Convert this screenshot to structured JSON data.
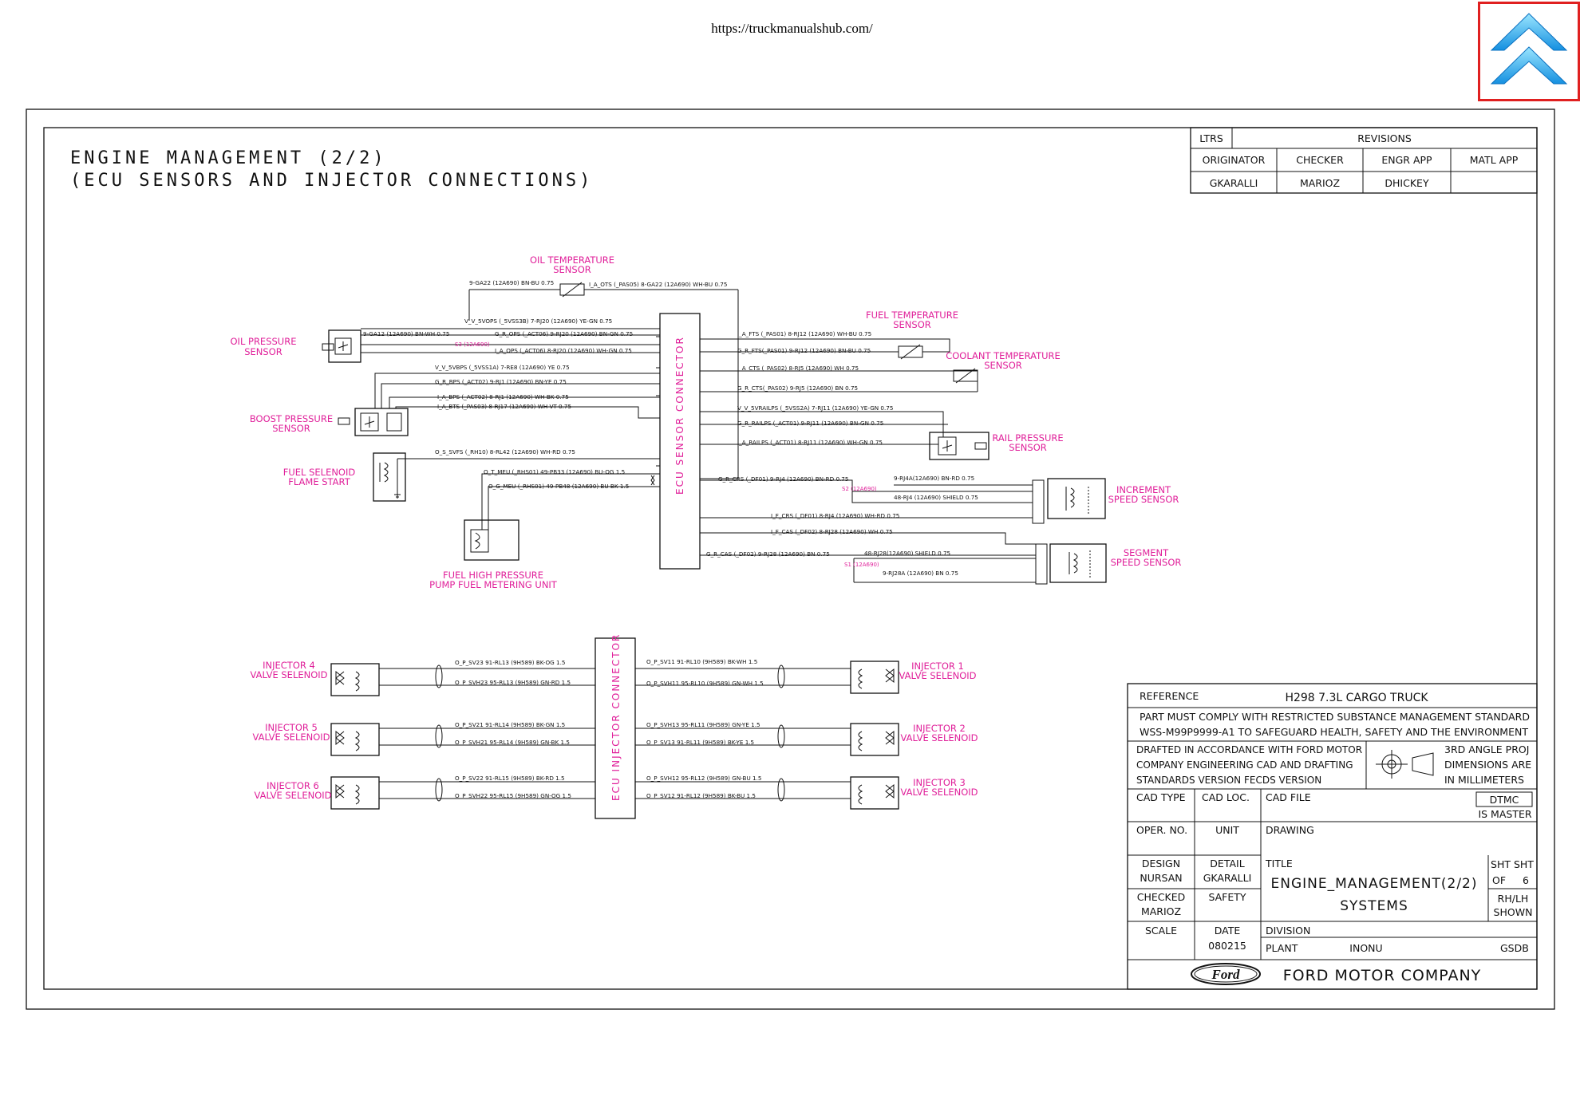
{
  "header": {
    "url": "https://truckmanualshub.com/",
    "up_icon": "double-chevron-up-icon"
  },
  "title": {
    "line1": "ENGINE MANAGEMENT (2/2)",
    "line2": "(ECU SENSORS AND INJECTOR CONNECTIONS)"
  },
  "revisions": {
    "ltrs": "LTRS",
    "revisions": "REVISIONS",
    "originator": "ORIGINATOR",
    "checker": "CHECKER",
    "engr_app": "ENGR APP",
    "matl_app": "MATL APP",
    "originator_name": "GKARALLI",
    "checker_name": "MARIOZ",
    "engr_name": "DHICKEY"
  },
  "components": {
    "oil_temp_1": "OIL TEMPERATURE",
    "oil_temp_2": "SENSOR",
    "oil_press_1": "OIL PRESSURE",
    "oil_press_2": "SENSOR",
    "boost_1": "BOOST PRESSURE",
    "boost_2": "SENSOR",
    "fuel_sol_1": "FUEL SELENOID",
    "fuel_sol_2": "FLAME START",
    "fhp_1": "FUEL HIGH PRESSURE",
    "fhp_2": "PUMP FUEL METERING UNIT",
    "fuel_temp_1": "FUEL TEMPERATURE",
    "fuel_temp_2": "SENSOR",
    "coolant_1": "COOLANT TEMPERATURE",
    "coolant_2": "SENSOR",
    "rail_1": "RAIL PRESSURE",
    "rail_2": "SENSOR",
    "incr_1": "INCREMENT",
    "incr_2": "SPEED SENSOR",
    "seg_1": "SEGMENT",
    "seg_2": "SPEED SENSOR",
    "ecu_sensor": "ECU SENSOR CONNECTOR",
    "ecu_injector": "ECU INJECTOR CONNECTOR",
    "inj4_1": "INJECTOR 4",
    "inj4_2": "VALVE SELENOID",
    "inj5_1": "INJECTOR 5",
    "inj5_2": "VALVE SELENOID",
    "inj6_1": "INJECTOR 6",
    "inj6_2": "VALVE SELENOID",
    "inj1_1": "INJECTOR 1",
    "inj1_2": "VALVE SELENOID",
    "inj2_1": "INJECTOR 2",
    "inj2_2": "VALVE SELENOID",
    "inj3_1": "INJECTOR 3",
    "inj3_2": "VALVE SELENOID"
  },
  "wires": {
    "w1": "9-GA22 (12A690) BN-BU 0.75",
    "w2": "I_A_OTS (_PAS05)  8-GA22 (12A690) WH-BU 0.75",
    "w3": "V_V_5VOPS (_5VSS3B)  7-RJ20 (12A690) YE-GN 0.75",
    "w4": "9-GA12 (12A690) BN-WH 0.75",
    "w5": "G_R_OPS (_ACT06)  9-RJ20 (12A690) BN-GN 0.75",
    "w5b": "S3 (12A690)",
    "w6": "I_A_OPS (_ACT06)  8-RJ20 (12A690) WH-GN 0.75",
    "w7": "V_V_5VBPS (_5VSS1A)  7-RE8 (12A690) YE 0.75",
    "w8": "G_R_BPS (_ACT02)  9-RJ1 (12A690) BN-YE 0.75",
    "w9": "I_A_BPS (_ACT02)  8-RJ1 (12A690) WH-BK 0.75",
    "w10": "I_A_BTS (_PAS03)  8-RJ17 (12A690) WH-VT 0.75",
    "w11": "O_S_SVFS (_RH10)  8-RL42 (12A690) WH-RD 0.75",
    "w12": "O_T_MEU (_RHS01)  49-PB33 (12A690) BU-OG 1.5",
    "w13": "O_G_MEU (_RHS01)  49-PB48 (12A690) BU-BK 1.5",
    "w14": "I_A_FTS (_PAS01)  8-RJ12 (12A690) WH-BU 0.75",
    "w15": "G_R_FTS(_PAS01)  9-RJ12 (12A690) BN-BU 0.75",
    "w16": "I_A_CTS (_PAS02)  8-RJ5 (12A690) WH 0.75",
    "w17": "G_R_CTS(_PAS02)  9-RJ5 (12A690) BN 0.75",
    "w18": "V_V_5VRAILPS (_5VSS2A)  7-RJ11 (12A690) YE-GN 0.75",
    "w19": "G_R_RAILPS (_ACT01)  9-RJ11 (12A690) BN-GN 0.75",
    "w20": "I_A_RAILPS (_ACT01)  8-RJ11 (12A690) WH-GN 0.75",
    "w21": "9-RJ4A(12A690) BN-RD 0.75",
    "w22": "G_R_CRS (_DF01)  9-RJ4 (12A690) BN-RD 0.75",
    "w22b": "S2 (12A690)",
    "w23": "48-RJ4 (12A690) SHIELD 0.75",
    "w24": "I_F_CRS (_DF01)  8-RJ4 (12A690) WH-RD 0.75",
    "w25": "I_F_CAS (_DF02)  8-RJ28 (12A690) WH 0.75",
    "w26": "G_R_CAS (_DF02)  9-RJ28 (12A690) BN 0.75",
    "w27": "48-RJ28(12A690) SHIELD 0.75",
    "w27b": "S1 (12A690)",
    "w28": "9-RJ28A (12A690) BN 0.75",
    "i1": "O_P_SV23  91-RL13 (9H589) BK-OG 1.5",
    "i2": "O_P_SVH23  95-RL13 (9H589) GN-RD 1.5",
    "i3": "O_P_SV21  91-RL14 (9H589) BK-GN 1.5",
    "i4": "O_P_SVH21  95-RL14 (9H589) GN-BK 1.5",
    "i5": "O_P_SV22  91-RL15 (9H589) BK-RD 1.5",
    "i6": "O_P_SVH22  95-RL15 (9H589) GN-OG 1.5",
    "i7": "O_P_SV11  91-RL10 (9H589) BK-WH 1.5",
    "i8": "O_P_SVH11  95-RL10 (9H589) GN-WH 1.5",
    "i9": "O_P_SVH13  95-RL11 (9H589) GN-YE 1.5",
    "i10": "O_P_SV13  91-RL11 (9H589) BK-YE 1.5",
    "i11": "O_P_SVH12  95-RL12 (9H589) GN-BU 1.5",
    "i12": "O_P_SV12  91-RL12 (9H589) BK-BU 1.5"
  },
  "title_block": {
    "reference": "REFERENCE",
    "reference_val": "H298 7.3L CARGO TRUCK",
    "comply_1": "PART MUST COMPLY WITH RESTRICTED SUBSTANCE MANAGEMENT STANDARD",
    "comply_2": "WSS-M99P9999-A1 TO SAFEGUARD HEALTH, SAFETY AND THE ENVIRONMENT",
    "drafted_1": "DRAFTED IN ACCORDANCE WITH FORD MOTOR",
    "drafted_2": "COMPANY ENGINEERING CAD AND DRAFTING",
    "drafted_3": "STANDARDS VERSION FECDS VERSION",
    "angle_1": "3RD ANGLE PROJ",
    "angle_2": "DIMENSIONS ARE",
    "angle_3": "IN MILLIMETERS",
    "cad_type": "CAD TYPE",
    "cad_loc": "CAD LOC.",
    "cad_file": "CAD FILE",
    "dtmc": "DTMC",
    "is_master": "IS MASTER",
    "oper_no": "OPER. NO.",
    "unit": "UNIT",
    "drawing": "DRAWING",
    "design": "DESIGN",
    "design_name": "NURSAN",
    "detail": "DETAIL",
    "detail_name": "GKARALLI",
    "title_lbl": "TITLE",
    "sht": "SHT SHT",
    "of": "OF",
    "of_val": "6",
    "title_1": "ENGINE_MANAGEMENT(2/2)",
    "title_2": "SYSTEMS",
    "checked": "CHECKED",
    "checked_name": "MARIOZ",
    "safety": "SAFETY",
    "rhlh_1": "RH/LH",
    "rhlh_2": "SHOWN",
    "scale": "SCALE",
    "date": "DATE",
    "date_val": "080215",
    "division": "DIVISION",
    "plant": "PLANT",
    "plant_val": "INONU",
    "plant_code": "GSDB",
    "company": "FORD MOTOR COMPANY",
    "logo": "Ford"
  }
}
